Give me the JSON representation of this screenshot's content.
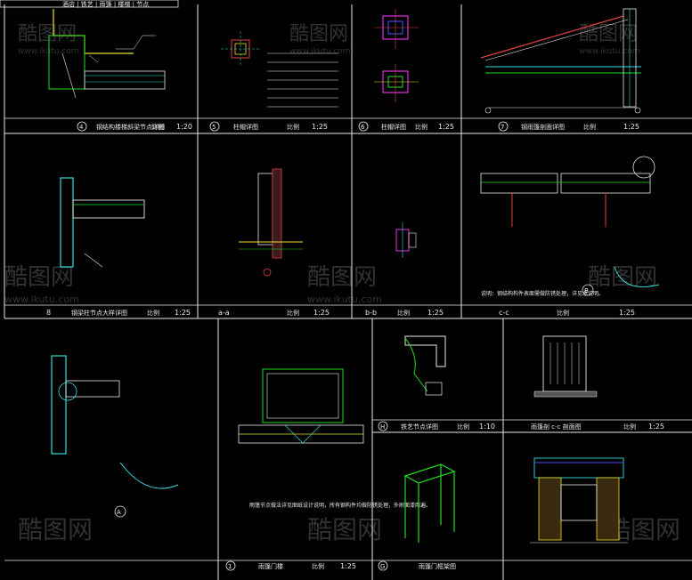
{
  "watermark": {
    "brand": "酷图网",
    "url": "www.ikutu.com"
  },
  "top_banner": "酒店 | 铁艺 | 雨篷 | 楼梯 | 节点",
  "cells": [
    {
      "id": "4",
      "title": "钢结构楼梯斜梁节点详图",
      "scale_word": "比例",
      "scale": "1:20"
    },
    {
      "id": "5",
      "title": "柱帽详图",
      "scale_word": "比例",
      "scale": "1:25"
    },
    {
      "id": "6",
      "title": "柱帽详图",
      "scale_word": "比例",
      "scale": "1:25"
    },
    {
      "id": "7",
      "title": "钢雨篷剖面详图",
      "scale_word": "比例",
      "scale": "1:25"
    },
    {
      "id": "8",
      "title": "钢梁柱节点大样详图",
      "scale_word": "比例",
      "scale": "1:25"
    },
    {
      "id": "a-a",
      "title": "",
      "scale_word": "比例",
      "scale": "1:25"
    },
    {
      "id": "b-b",
      "title": "",
      "scale_word": "比例",
      "scale": "1:25"
    },
    {
      "id": "c-c",
      "title": "",
      "scale_word": "比例",
      "scale": "1:25"
    },
    {
      "id": "H",
      "title": "铁艺节点详图",
      "scale_word": "比例",
      "scale": "1:10"
    },
    {
      "id": "c-c2",
      "title": "雨篷剖 c-c 剖面图",
      "scale_word": "比例",
      "scale": "1:25"
    },
    {
      "id": "1",
      "title": "雨篷门楼",
      "scale_word": "比例",
      "scale": "1:25"
    },
    {
      "id": "G",
      "title": "雨篷门框架图",
      "scale_word": "",
      "scale": ""
    }
  ],
  "annotations": {
    "note_cc": "说明：钢结构构件表面需做防锈处理，详见总说明。",
    "note_1": "雨篷节点做法详见图纸设计说明，所有钢构件均做防锈处理，外刷面漆两遍。",
    "balloon_A": "A",
    "balloon_B": "B"
  },
  "colors": {
    "background": "#000000",
    "frame": "#e8e8e8",
    "line_green": "#22dd22",
    "line_cyan": "#33dddd",
    "line_yellow": "#e8e030",
    "line_magenta": "#dd33dd",
    "line_red": "#e04040",
    "line_blue": "#4455ff",
    "line_white": "#e8e8e8"
  }
}
